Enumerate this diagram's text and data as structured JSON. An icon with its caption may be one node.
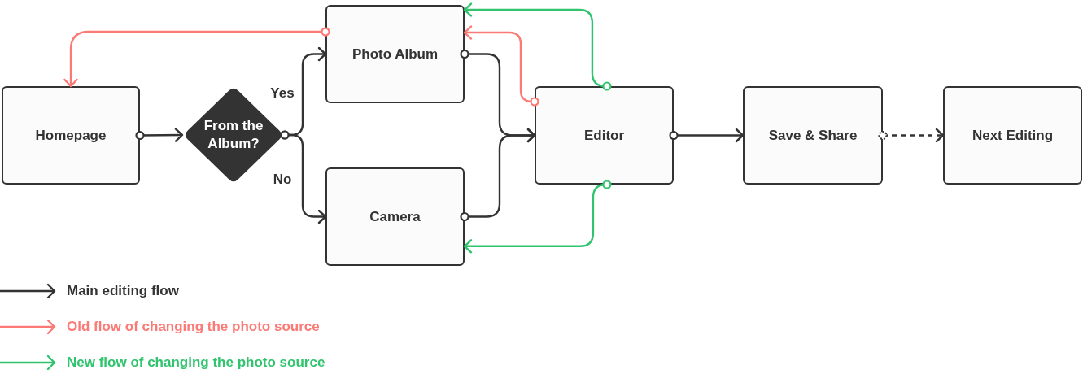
{
  "diagram": {
    "nodes": [
      {
        "text": [
          "Homepage"
        ]
      },
      {
        "text": [
          "From the Album?"
        ]
      },
      {
        "text": [
          "Photo Album"
        ]
      },
      {
        "text": [
          "Camera"
        ]
      },
      {
        "text": [
          "Editor"
        ]
      },
      {
        "text": [
          "Save & Share"
        ]
      },
      {
        "text": [
          "Next Editing"
        ]
      }
    ],
    "edges": [
      {
        "from": 0,
        "to": 1,
        "arrow": "to"
      },
      {
        "from": 1,
        "to": 2,
        "arrow": "to",
        "label": "Yes"
      },
      {
        "from": 1,
        "to": 3,
        "arrow": "to",
        "label": "No"
      },
      {
        "from": 2,
        "to": 4,
        "arrow": "to"
      },
      {
        "from": 3,
        "to": 4,
        "arrow": "to"
      },
      {
        "from": 4,
        "to": 5,
        "arrow": "to"
      },
      {
        "from": 5,
        "to": 6,
        "arrow": "to",
        "style": "dashed"
      },
      {
        "from": 2,
        "to": 0,
        "arrow": "to",
        "color": "#fb7a76"
      },
      {
        "from": 4,
        "to": 2,
        "arrow": "to",
        "color": "#fb7a76"
      },
      {
        "from": 4,
        "to": 2,
        "arrow": "to",
        "color": "#2fc46d"
      },
      {
        "from": 4,
        "to": 3,
        "arrow": "to",
        "color": "#2fc46d"
      }
    ],
    "legend": [
      {
        "text": "Main editing flow"
      },
      {
        "text": "Old flow of changing the photo source"
      },
      {
        "text": "New flow of changing the photo source"
      }
    ]
  }
}
